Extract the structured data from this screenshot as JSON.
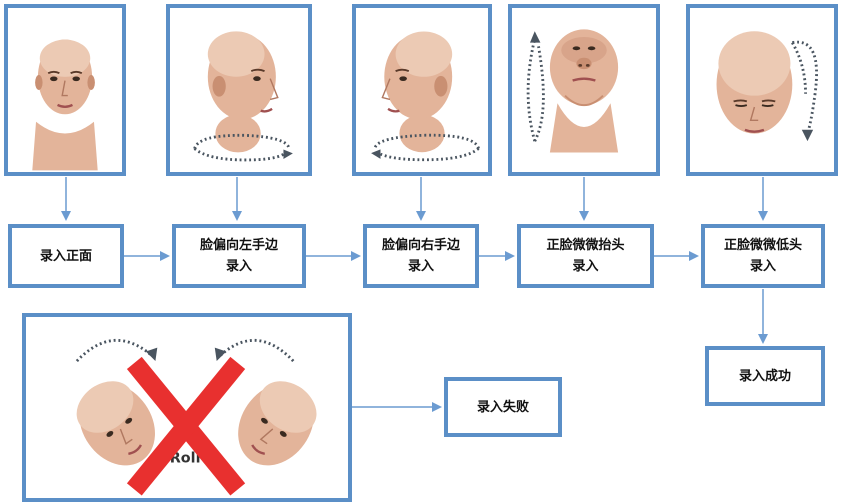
{
  "steps": [
    {
      "id": "front",
      "lines": [
        "录入正面"
      ]
    },
    {
      "id": "left",
      "lines": [
        "脸偏向左手边",
        "录入"
      ]
    },
    {
      "id": "right",
      "lines": [
        "脸偏向右手边",
        "录入"
      ]
    },
    {
      "id": "up",
      "lines": [
        "正脸微微抬头",
        "录入"
      ]
    },
    {
      "id": "down",
      "lines": [
        "正脸微微低头",
        "录入"
      ]
    }
  ],
  "success_label": "录入成功",
  "failure_label": "录入失败",
  "roll_label": "Roll",
  "colors": {
    "border": "#5b8fc7",
    "arrow": "#6b9bd1",
    "skin": "#e3b49a",
    "skin_shadow": "#c98f72",
    "cross": "#e8302f",
    "dotted_arrow": "#4a5560"
  },
  "icons": [
    "face-front-photo",
    "face-turn-left-photo",
    "face-turn-right-photo",
    "face-tilt-up-photo",
    "face-tilt-down-photo",
    "roll-rejected-photo",
    "red-cross-icon"
  ]
}
